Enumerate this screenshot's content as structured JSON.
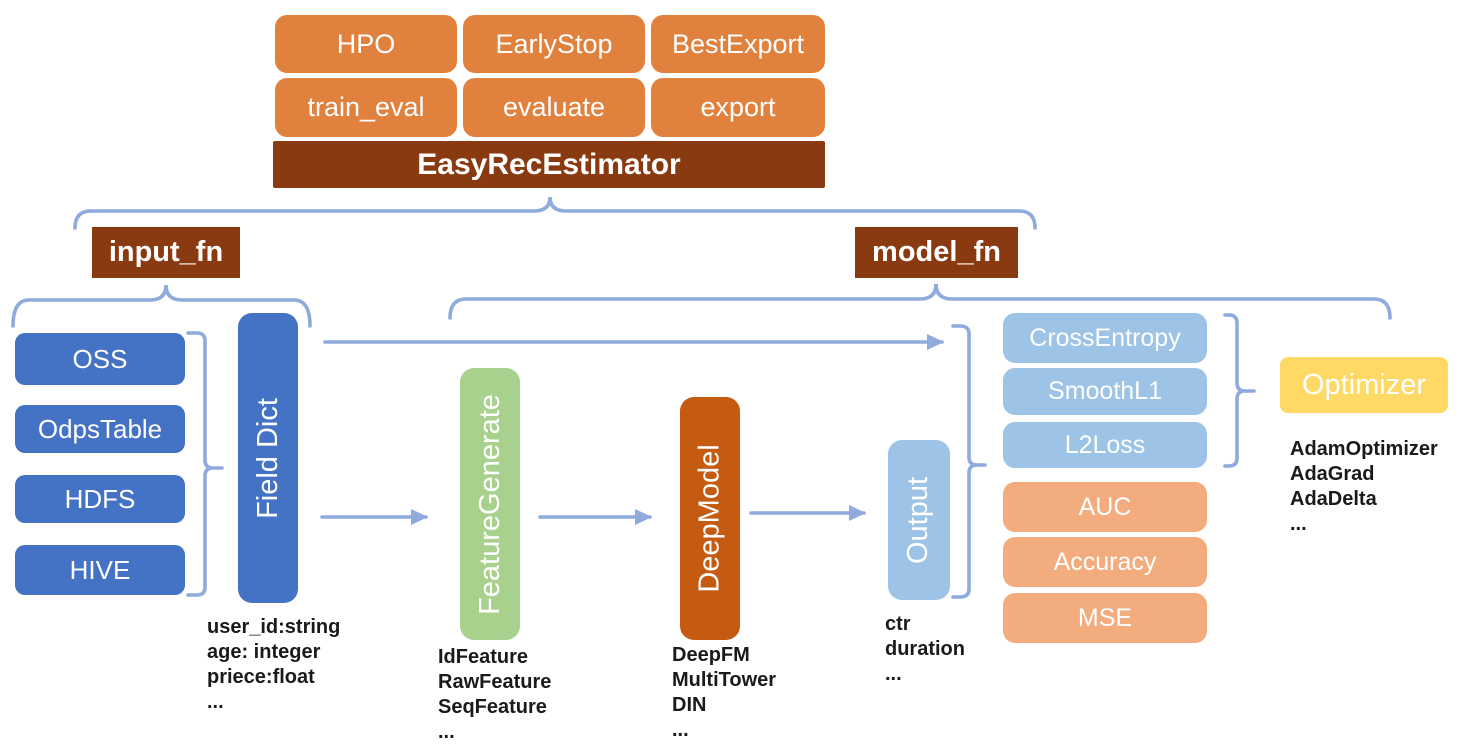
{
  "estimator": {
    "title": "EasyRecEstimator",
    "methods_row1": [
      "HPO",
      "EarlyStop",
      "BestExport"
    ],
    "methods_row2": [
      "train_eval",
      "evaluate",
      "export"
    ]
  },
  "input_fn": {
    "label": "input_fn",
    "sources": [
      "OSS",
      "OdpsTable",
      "HDFS",
      "HIVE"
    ],
    "field_dict_label": "Field Dict",
    "field_examples": [
      "user_id:string",
      "age: integer",
      "priece:float",
      "..."
    ]
  },
  "model_fn": {
    "label": "model_fn"
  },
  "pipeline": {
    "feature_generate": {
      "label": "FeatureGenerate",
      "examples": [
        "IdFeature",
        "RawFeature",
        "SeqFeature",
        "..."
      ]
    },
    "deep_model": {
      "label": "DeepModel",
      "examples": [
        "DeepFM",
        "MultiTower",
        "DIN",
        "..."
      ]
    },
    "output": {
      "label": "Output",
      "examples": [
        "ctr",
        "duration",
        "..."
      ]
    }
  },
  "losses": [
    "CrossEntropy",
    "SmoothL1",
    "L2Loss"
  ],
  "metrics": [
    "AUC",
    "Accuracy",
    "MSE"
  ],
  "optimizer": {
    "label": "Optimizer",
    "examples": [
      "AdamOptimizer",
      "AdaGrad",
      "AdaDelta",
      "..."
    ]
  },
  "colors": {
    "method_orange": "#E0813E",
    "estimator_brown": "#8A3A10",
    "source_blue": "#4472C4",
    "feature_green": "#A9D18E",
    "model_rust": "#C55A11",
    "output_lightblue": "#9DC3E6",
    "metric_salmon": "#F3AC7E",
    "optimizer_yellow": "#FFD966",
    "connector_blue": "#8FAADC",
    "annotation_black": "#1a1a1a"
  }
}
